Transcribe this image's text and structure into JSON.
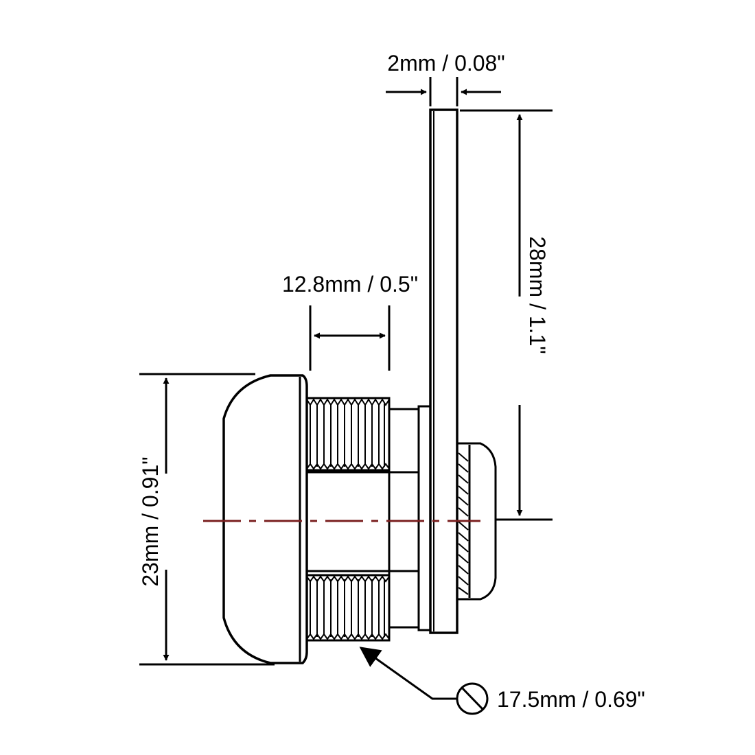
{
  "dimensions": {
    "cam_thickness": "2mm / 0.08\"",
    "cam_length": "28mm / 1.1\"",
    "thread_length": "12.8mm / 0.5\"",
    "head_diameter": "23mm / 0.91\"",
    "thread_diameter": "17.5mm / 0.69\""
  },
  "colors": {
    "line": "#000000",
    "centerline": "#7a1f1f",
    "background": "#ffffff"
  },
  "symbols": {
    "diameter": "diameter-symbol"
  }
}
